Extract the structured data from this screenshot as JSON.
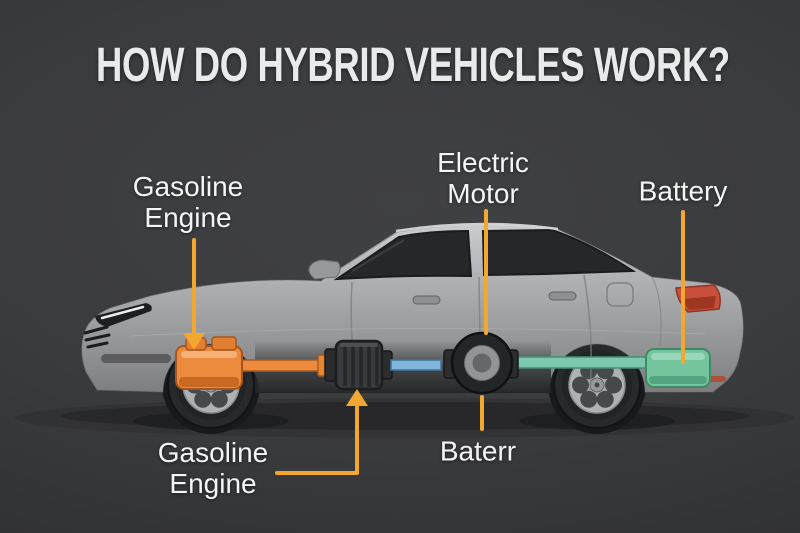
{
  "title": "HOW DO HYBRID VEHICLES WORK?",
  "callouts": {
    "gasoline_engine_top": {
      "lines": [
        "Gasoline",
        "Engine"
      ]
    },
    "electric_motor": {
      "lines": [
        "Electric",
        "Motor"
      ]
    },
    "battery": {
      "lines": [
        "Battery"
      ]
    },
    "gasoline_engine_bottom": {
      "lines": [
        "Gasoline",
        "Engine"
      ]
    },
    "baterr": {
      "lines": [
        "Baterr"
      ]
    }
  },
  "colors": {
    "background": "#3A3B3D",
    "title_text": "#E9EAEA",
    "label_text": "#F5F5F5",
    "callout_line": "#F2A72E",
    "engine_orange": "#EC8A3E",
    "transmission_dark": "#3A3B3E",
    "motor_gray": "#939496",
    "battery_green": "#74C49E",
    "shaft_blue": "#7FB7DC",
    "shaft_teal": "#7CC8AF",
    "car_body_silver": "#A9AAAC"
  }
}
